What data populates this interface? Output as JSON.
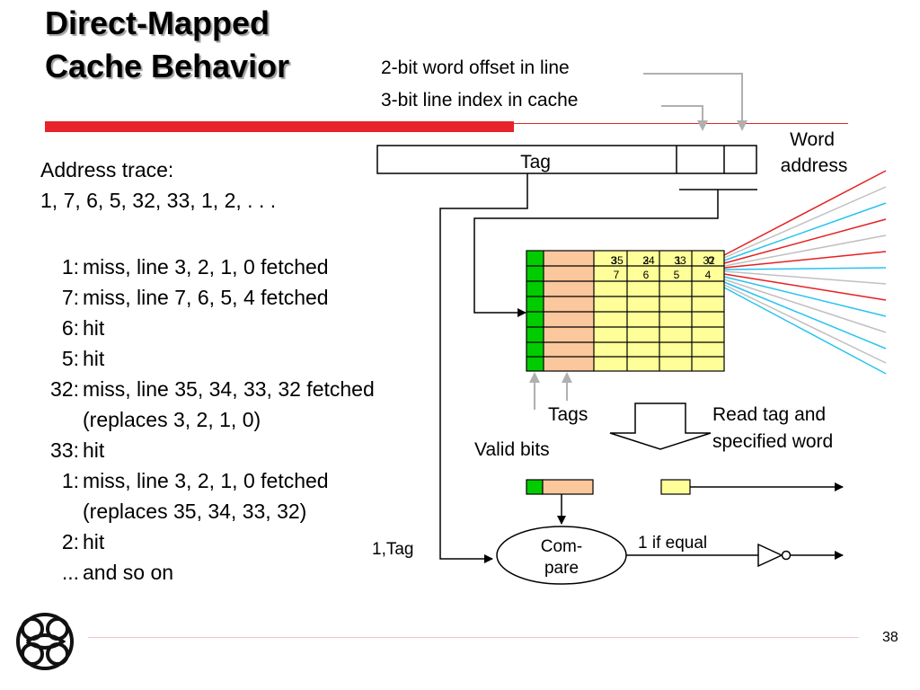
{
  "slide": {
    "title_line1": "Direct-Mapped",
    "title_line2": "Cache Behavior",
    "page_number": "38"
  },
  "trace": {
    "heading": "Address trace:",
    "sequence": "1, 7, 6, 5, 32, 33, 1, 2,  . . ."
  },
  "events": [
    {
      "key": "1:",
      "text": "miss, line 3, 2, 1, 0 fetched"
    },
    {
      "key": "7:",
      "text": "miss, line 7, 6, 5, 4 fetched"
    },
    {
      "key": "6:",
      "text": "hit"
    },
    {
      "key": "5:",
      "text": "hit"
    },
    {
      "key": "32:",
      "text": "miss, line 35, 34, 33, 32 fetched"
    },
    {
      "key": "",
      "text": "(replaces 3, 2, 1, 0)"
    },
    {
      "key": "33:",
      "text": "hit"
    },
    {
      "key": "1:",
      "text": "miss, line 3, 2, 1, 0 fetched"
    },
    {
      "key": "",
      "text": "(replaces 35, 34, 33, 32)"
    },
    {
      "key": "2:",
      "text": "hit"
    },
    {
      "key": "...",
      "text": "and so on"
    }
  ],
  "diagram": {
    "word_offset_label": "2-bit word offset in line",
    "line_index_label": "3-bit line index in cache",
    "tag_field_label": "Tag",
    "word_address_label_1": "Word",
    "word_address_label_2": "address",
    "tags_label": "Tags",
    "valid_bits_label": "Valid bits",
    "read_label_1": "Read tag and",
    "read_label_2": "specified word",
    "compare_label_1": "Com-",
    "compare_label_2": "pare",
    "equal_label": "1 if equal",
    "input_label": "1,Tag",
    "cache_row0": {
      "fill_ghost": [
        "3",
        "2",
        "1",
        "0"
      ],
      "line": [
        "35",
        "34",
        "33",
        "32"
      ],
      "row1": [
        "7",
        "6",
        "5",
        "4"
      ]
    },
    "colors": {
      "valid": "#00cc00",
      "tag": "#fbc79c",
      "data": "#ffff99",
      "red_fan": "#e52020",
      "blue_fan": "#27c3ef",
      "gray_fan": "#c0c0c0"
    }
  }
}
